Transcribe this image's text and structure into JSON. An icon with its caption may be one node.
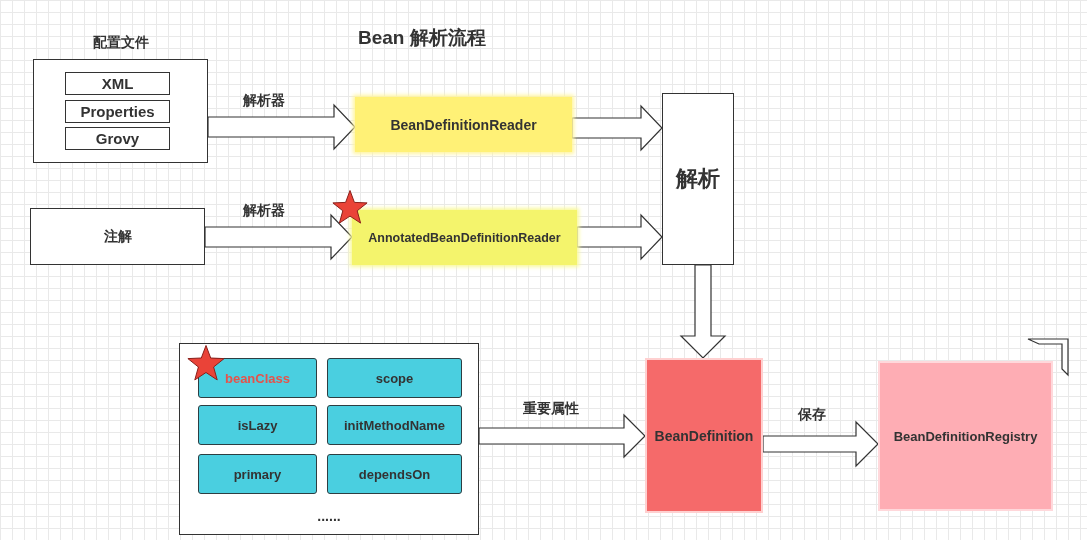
{
  "diagram": {
    "title": "Bean 解析流程",
    "nodes": [
      {
        "text": [
          "配置文件"
        ]
      },
      {
        "text": [
          "XML"
        ],
        "in": 0
      },
      {
        "text": [
          "Properties"
        ],
        "in": 0
      },
      {
        "text": [
          "Grovy"
        ],
        "in": 0
      },
      {
        "text": [
          "注解"
        ]
      },
      {
        "text": [
          "BeanDefinitionReader"
        ]
      },
      {
        "text": [
          "AnnotatedBeanDefinitionReader"
        ]
      },
      {
        "text": [
          "解析"
        ]
      },
      {
        "text": [
          "......"
        ]
      },
      {
        "text": [
          "beanClass"
        ],
        "in": 8
      },
      {
        "text": [
          "scope"
        ],
        "in": 8
      },
      {
        "text": [
          "isLazy"
        ],
        "in": 8
      },
      {
        "text": [
          "initMethodName"
        ],
        "in": 8
      },
      {
        "text": [
          "primary"
        ],
        "in": 8
      },
      {
        "text": [
          "dependsOn"
        ],
        "in": 8
      },
      {
        "text": [
          "BeanDefinition"
        ]
      },
      {
        "text": [
          "BeanDefinitionRegistry"
        ]
      }
    ],
    "edges": [
      {
        "from": 0,
        "to": 5,
        "arrow": "to",
        "label": "解析器"
      },
      {
        "from": 4,
        "to": 6,
        "arrow": "to",
        "label": "解析器"
      },
      {
        "from": 5,
        "to": 7,
        "arrow": "to"
      },
      {
        "from": 6,
        "to": 7,
        "arrow": "to"
      },
      {
        "from": 7,
        "to": 15,
        "arrow": "to"
      },
      {
        "from": 8,
        "to": 15,
        "arrow": "to",
        "label": "重要属性"
      },
      {
        "from": 15,
        "to": 16,
        "arrow": "to",
        "label": "保存"
      }
    ]
  }
}
